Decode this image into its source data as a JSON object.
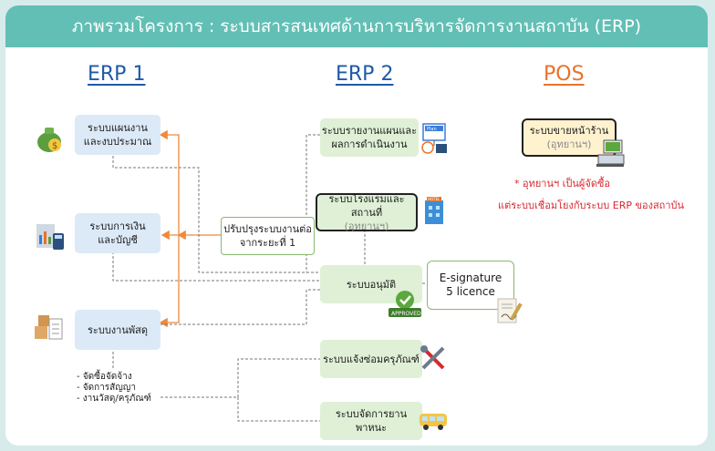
{
  "title": "ภาพรวมโครงการ : ระบบสารสนเทศด้านการบริหารจัดการงานสถาบัน (ERP)",
  "headings": {
    "erp1": "ERP 1",
    "erp2": "ERP 2",
    "pos": "POS"
  },
  "colors": {
    "banner": "#62bfb5",
    "erp_heading": "#1e5aa8",
    "pos_heading": "#e8732a",
    "arrow": "#f0893a",
    "note": "#d7282f"
  },
  "erp1": {
    "plan_budget": [
      "ระบบแผนงาน",
      "และงบประมาณ"
    ],
    "finance": [
      "ระบบการเงิน",
      "และบัญชี"
    ],
    "supplies": "ระบบงานพัสดุ",
    "supply_items": [
      "- จัดซื้อจัดจ้าง",
      "- จัดการสัญญา",
      "- งานวัสดุ/ครุภัณฑ์"
    ]
  },
  "improve": [
    "ปรับปรุงระบบงานต่อ",
    "จากระยะที่ 1"
  ],
  "erp2": {
    "report": [
      "ระบบรายงานแผนและ",
      "ผลการดำเนินงาน"
    ],
    "hotel": "ระบบโรงแรมและสถานที่",
    "hotel_sub": "(อุทยานฯ)",
    "approval": "ระบบอนุมัติ",
    "repair": "ระบบแจ้งซ่อมครุภัณฑ์",
    "vehicle": [
      "ระบบจัดการยาน",
      "พาหนะ"
    ]
  },
  "esign": [
    "E-signature",
    "5 licence"
  ],
  "approved_stamp": "APPROVED",
  "plan_tag": "Plan",
  "hotel_tag": "HOTEL",
  "pos": {
    "box": "ระบบขายหน้าร้าน",
    "box_sub": "(อุทยานฯ)",
    "note1": "* อุทยานฯ เป็นผู้จัดซื้อ",
    "note2": "แต่ระบบเชื่อมโยงกับระบบ ERP ของสถาบัน"
  },
  "icons": [
    "money-bag-icon",
    "calculator-icon",
    "boxes-icon",
    "plan-board-icon",
    "hotel-icon",
    "approved-stamp-icon",
    "signature-icon",
    "tools-icon",
    "van-icon",
    "cash-register-icon"
  ]
}
